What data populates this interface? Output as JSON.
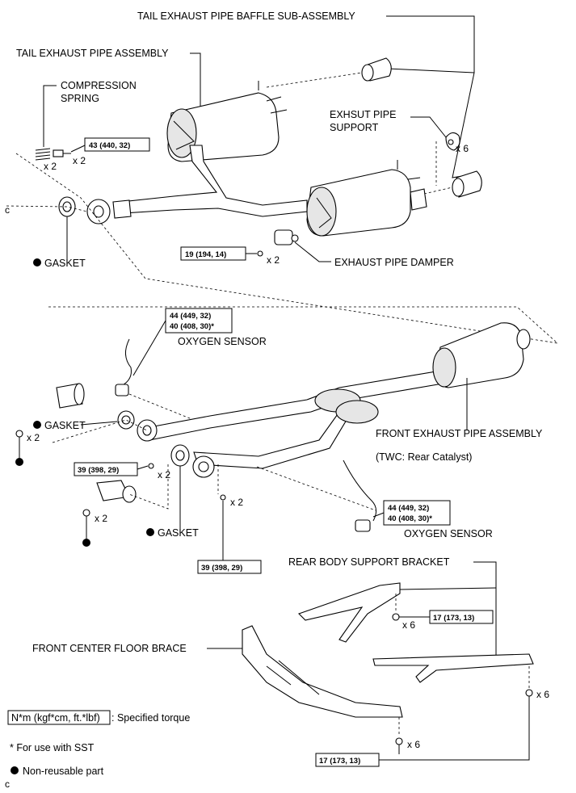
{
  "labels": {
    "tail_baffle": "TAIL EXHAUST PIPE BAFFLE SUB-ASSEMBLY",
    "tail_assembly": "TAIL EXHAUST PIPE ASSEMBLY",
    "compression_spring_1": "COMPRESSION",
    "compression_spring_2": "SPRING",
    "exhaust_support_1": "EXHSUT PIPE",
    "exhaust_support_2": "SUPPORT",
    "gasket_top": "GASKET",
    "exhaust_damper": "EXHAUST PIPE DAMPER",
    "oxygen_sensor_top": "OXYGEN SENSOR",
    "gasket_mid": "GASKET",
    "front_assembly": "FRONT EXHAUST PIPE ASSEMBLY",
    "twc": "(TWC: Rear Catalyst)",
    "gasket_lower": "GASKET",
    "oxygen_sensor_bottom": "OXYGEN SENSOR",
    "rear_bracket": "REAR BODY SUPPORT BRACKET",
    "front_brace": "FRONT CENTER FLOOR BRACE"
  },
  "torques": {
    "spring_bolt": "43 (440, 32)",
    "damper_bolt": "19 (194, 14)",
    "o2_top_1": "44 (449, 32)",
    "o2_top_2": "40 (408, 30)*",
    "o2_bottom_1": "44 (449, 32)",
    "o2_bottom_2": "40 (408, 30)*",
    "flange_left": "39 (398, 29)",
    "flange_bottom": "39 (398, 29)",
    "bracket_bolt": "17 (173, 13)",
    "brace_bolt": "17 (173, 13)"
  },
  "quantities": {
    "spring": "x 2",
    "spring_bolt": "x 2",
    "support": "x 6",
    "damper_bolt": "x 2",
    "nut_mid": "x 2",
    "bolt_left": "x 2",
    "nut_lower": "x 2",
    "bolt_bottom": "x 2",
    "bracket_bolt": "x 6",
    "brace_right": "x 6",
    "brace_bottom": "x 6"
  },
  "legend": {
    "torque_box": "N*m (kgf*cm, ft.*lbf)",
    "torque_desc": ": Specified torque",
    "sst": "* For use with SST",
    "non_reusable": "Non-reusable part"
  },
  "corner_mark": "c"
}
